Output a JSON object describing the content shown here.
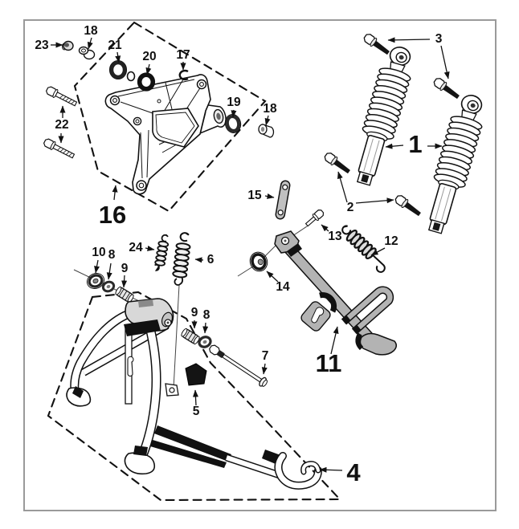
{
  "figure": {
    "type": "exploded-parts-diagram",
    "subject": "rear shock absorbers, engine support bracket, centre stand and side stand",
    "colors": {
      "background": "#ffffff",
      "frame_border": "#9a9a9a",
      "line": "#111111",
      "metal_gray": "#b3b3b3",
      "rubber_black": "#141414"
    }
  },
  "callouts": [
    {
      "text": "1"
    },
    {
      "text": "2"
    },
    {
      "text": "3"
    },
    {
      "text": "4"
    },
    {
      "text": "5"
    },
    {
      "text": "6"
    },
    {
      "text": "7"
    },
    {
      "text": "8"
    },
    {
      "text": "8"
    },
    {
      "text": "9"
    },
    {
      "text": "9"
    },
    {
      "text": "10"
    },
    {
      "text": "11"
    },
    {
      "text": "12"
    },
    {
      "text": "13"
    },
    {
      "text": "14"
    },
    {
      "text": "15"
    },
    {
      "text": "16"
    },
    {
      "text": "17"
    },
    {
      "text": "18"
    },
    {
      "text": "18"
    },
    {
      "text": "19"
    },
    {
      "text": "20"
    },
    {
      "text": "21"
    },
    {
      "text": "22"
    },
    {
      "text": "23"
    },
    {
      "text": "24"
    }
  ]
}
